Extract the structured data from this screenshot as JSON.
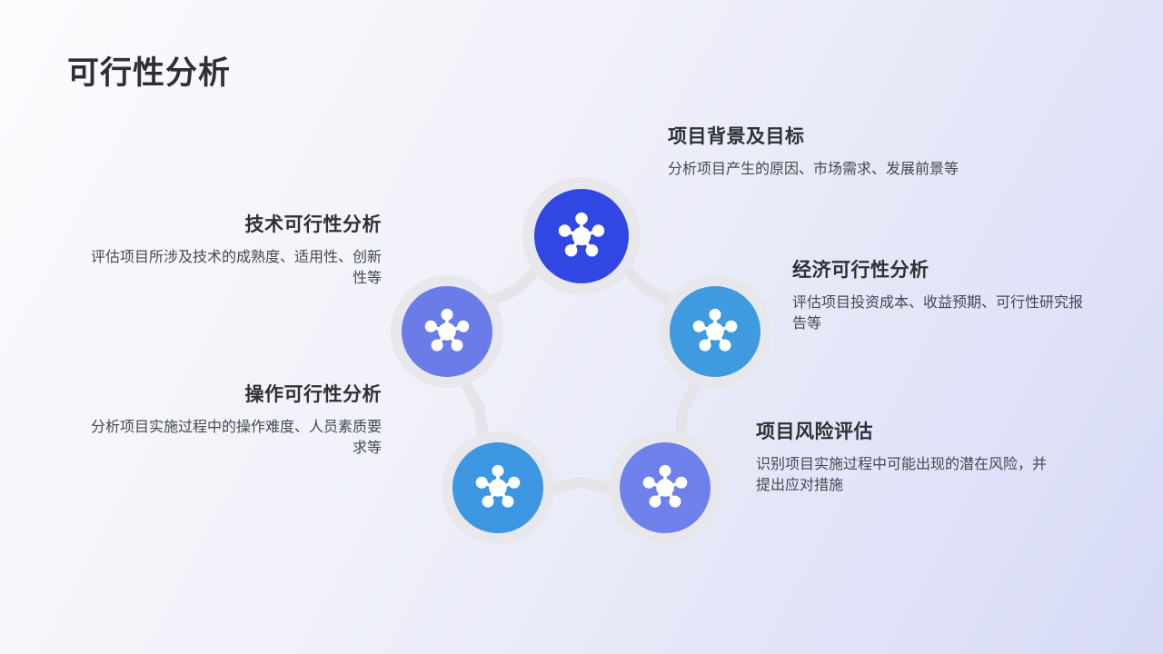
{
  "slide": {
    "title": "可行性分析",
    "sections": [
      {
        "name": "project-background",
        "heading": "项目背景及目标",
        "desc_lines": [
          "分析项目产生的原因、市场需求、发展前景等",
          ""
        ]
      },
      {
        "name": "technical-feasibility",
        "heading": "技术可行性分析",
        "desc_lines": [
          "评估项目所涉及技术的成熟度、适用性、创新",
          "性等"
        ]
      },
      {
        "name": "economic-feasibility",
        "heading": "经济可行性分析",
        "desc_lines": [
          "评估项目投资成本、收益预期、可行性研究报",
          "告等"
        ]
      },
      {
        "name": "operational-feasibility",
        "heading": "操作可行性分析",
        "desc_lines": [
          "分析项目实施过程中的操作难度、人员素质要",
          "求等"
        ]
      },
      {
        "name": "risk-assessment",
        "heading": "项目风险评估",
        "desc_lines": [
          "识别项目实施过程中可能出现的潜在风险，并",
          "提出应对措施"
        ]
      }
    ],
    "nodes": [
      {
        "name": "project-background-node",
        "icon": "molecule-icon",
        "color": "#3147E3"
      },
      {
        "name": "technical-feasibility-node",
        "icon": "molecule-icon",
        "color": "#6B7CE9"
      },
      {
        "name": "economic-feasibility-node",
        "icon": "molecule-icon",
        "color": "#3F9BDE"
      },
      {
        "name": "operational-feasibility-node",
        "icon": "molecule-icon",
        "color": "#3C96E2"
      },
      {
        "name": "risk-assessment-node",
        "icon": "molecule-icon",
        "color": "#7080EA"
      }
    ],
    "colors": {
      "background_start": "#FCFCFE",
      "background_end": "#D7DAF7",
      "star_stroke": "#E4E4E9",
      "halo": "#E7E7EC",
      "heading_text": "#2E3135",
      "body_text": "#44484F",
      "icon_glyph": "#FFFFFF"
    }
  }
}
